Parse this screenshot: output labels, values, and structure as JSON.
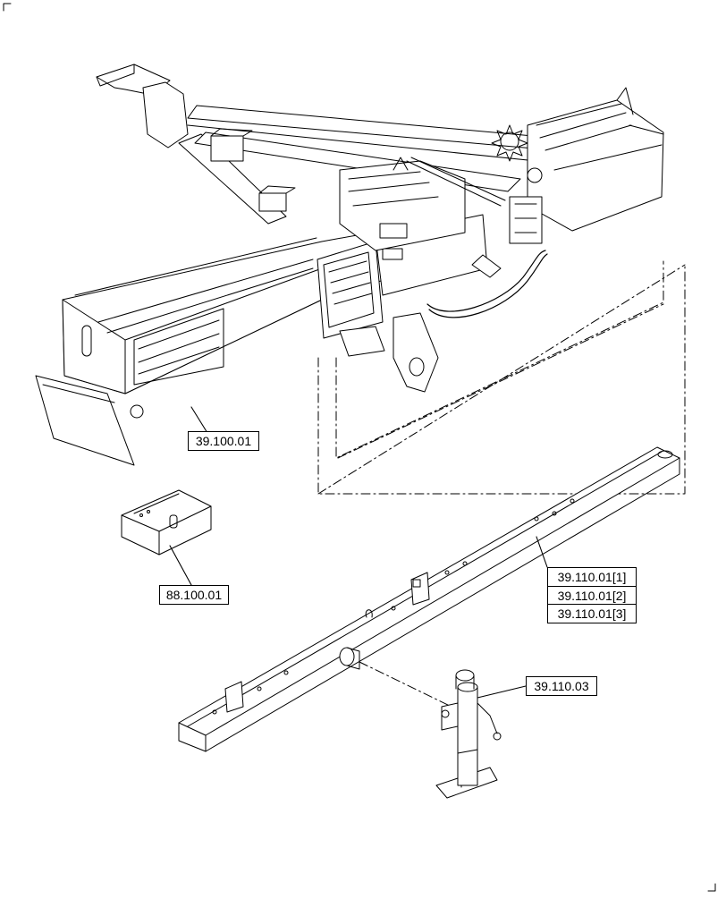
{
  "diagram": {
    "callouts": {
      "main_frame": "39.100.01",
      "tool_box": "88.100.01",
      "drawbar_1": "39.110.01[1]",
      "drawbar_2": "39.110.01[2]",
      "drawbar_3": "39.110.01[3]",
      "jack_stand": "39.110.03"
    },
    "icons": {
      "top_left": "crop-mark-top-left-icon",
      "bottom_right": "crop-mark-bottom-right-icon"
    },
    "colors": {
      "line": "#000000",
      "background": "#ffffff"
    }
  }
}
